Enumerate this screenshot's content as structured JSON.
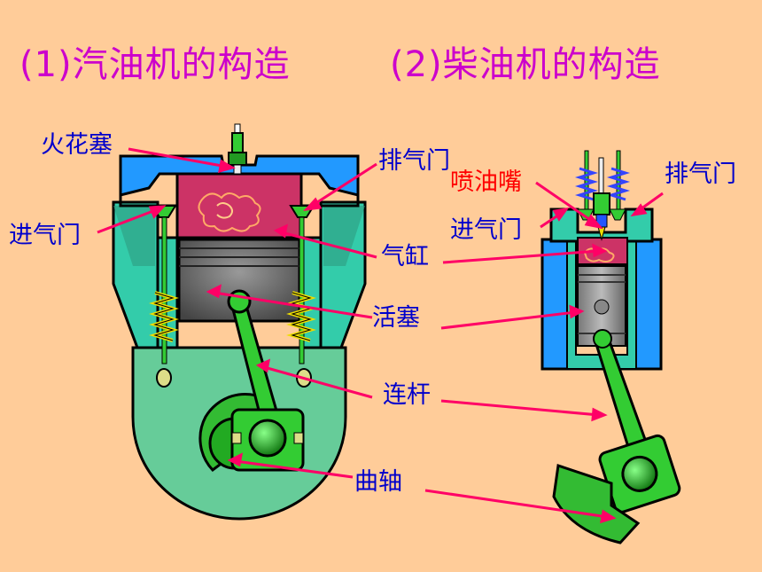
{
  "titles": {
    "gasoline": "(1)汽油机的构造",
    "diesel": "(2)柴油机的构造"
  },
  "labels": {
    "spark_plug": "火花塞",
    "intake_valve_left": "进气门",
    "exhaust_valve_left": "排气门",
    "cylinder": "气缸",
    "piston": "活塞",
    "connecting_rod": "连杆",
    "crankshaft": "曲轴",
    "fuel_injector": "喷油嘴",
    "intake_valve_right": "进气门",
    "exhaust_valve_right": "排气门"
  },
  "colors": {
    "background": "#FFCC99",
    "title": "#CC00CC",
    "label": "#0000CC",
    "injector_label": "#FF0000",
    "leader_line": "#FF0066",
    "combustion_chamber": "#CC3366",
    "cylinder_wall": "#33CCAA",
    "water_jacket": "#2299FF",
    "piston": "#666666",
    "crankcase": "#66CC99",
    "connecting_rod": "#33CC33",
    "spring": "#EEDD00"
  }
}
